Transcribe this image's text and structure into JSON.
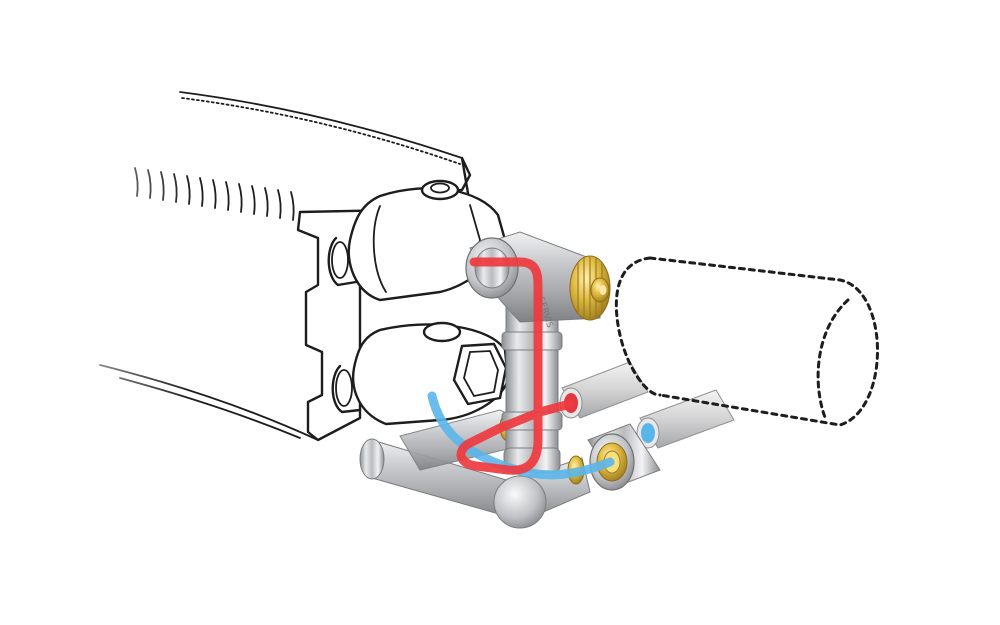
{
  "diagram": {
    "valve_marking": "SERVIS",
    "colors": {
      "hot_flow": "#ee3a3f",
      "cold_flow": "#5ab6ea",
      "brass": "#d8b33a",
      "chrome": "#c9cacc",
      "outline": "#1d1d1d",
      "background": "#ffffff"
    },
    "components": [
      "radiator-outline",
      "radiator-connection-ports",
      "radiator-valve-body",
      "thermostatic-valve-brass-insert",
      "bottom-manifold",
      "compression-fitting",
      "supply-pipe",
      "return-pipe",
      "thermostatic-head-placeholder",
      "hot-water-flow-path",
      "cold-water-flow-path"
    ]
  }
}
